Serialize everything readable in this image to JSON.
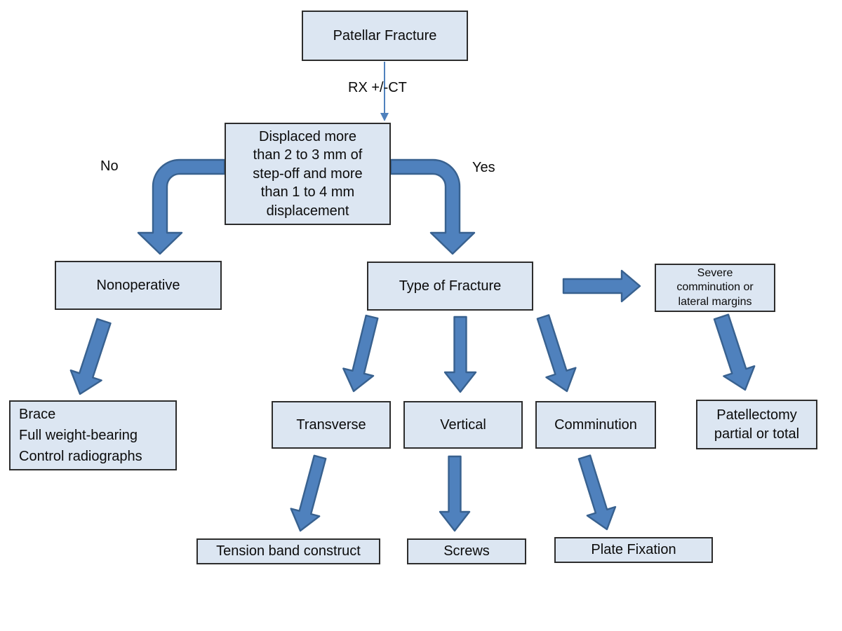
{
  "nodes": {
    "patellar_fracture": {
      "label": "Patellar Fracture"
    },
    "displacement_decision": {
      "label": "Displaced more\nthan 2 to 3 mm of\nstep-off and more\nthan 1 to 4 mm\ndisplacement"
    },
    "nonoperative": {
      "label": "Nonoperative"
    },
    "type_of_fracture": {
      "label": "Type of Fracture"
    },
    "severe_comminution": {
      "label": "Severe\ncomminution or\nlateral margins"
    },
    "brace": {
      "label": "Brace\nFull weight-bearing\nControl radiographs"
    },
    "transverse": {
      "label": "Transverse"
    },
    "vertical": {
      "label": "Vertical"
    },
    "comminution": {
      "label": "Comminution"
    },
    "patellectomy": {
      "label": "Patellectomy\npartial or total"
    },
    "tension_band": {
      "label": "Tension band construct"
    },
    "screws": {
      "label": "Screws"
    },
    "plate_fixation": {
      "label": "Plate Fixation"
    }
  },
  "edge_labels": {
    "rx_ct": "RX +/-CT",
    "no": "No",
    "yes": "Yes"
  },
  "colors": {
    "box_fill": "#dce6f2",
    "box_border": "#2d2d2d",
    "arrow_fill": "#4f81bd",
    "arrow_stroke": "#38618f",
    "connector_blue": "#4f81bd"
  }
}
